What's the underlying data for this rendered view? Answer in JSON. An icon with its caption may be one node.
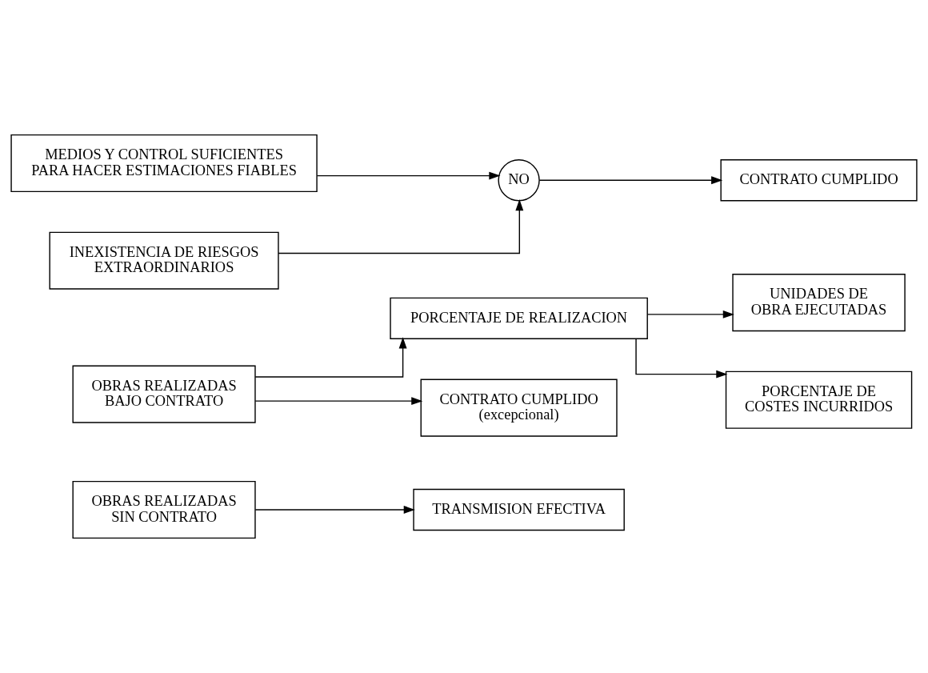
{
  "diagram": {
    "nodes": [
      {
        "text": [
          "OBRAS REALIZADAS SIN CONTRATO"
        ]
      },
      {
        "text": [
          "TRANSMISION EFECTIVA"
        ]
      },
      {
        "text": [
          "UNIDADES DE OBRA EJECUTADAS"
        ]
      },
      {
        "text": [
          "PORCENTAJE DE REALIZACION"
        ]
      },
      {
        "text": [
          "OBRAS REALIZADAS BAJO CONTRATO"
        ]
      },
      {
        "text": [
          "PORCENTAJE DE COSTES INCURRIDOS"
        ]
      },
      {
        "text": [
          "CONTRATO CUMPLIDO",
          "(excepcional)"
        ]
      },
      {
        "text": [
          "MEDIOS Y CONTROL SUFICIENTES PARA HACER ESTIMACIONES FIABLES"
        ]
      },
      {
        "text": [
          "NO"
        ]
      },
      {
        "text": [
          "CONTRATO CUMPLIDO"
        ]
      },
      {
        "text": [
          "INEXISTENCIA DE RIESGOS EXTRAORDINARIOS"
        ]
      }
    ],
    "edges": [
      {
        "from": 0,
        "to": 1,
        "arrow": "to"
      },
      {
        "from": 4,
        "to": 3,
        "arrow": "to"
      },
      {
        "from": 4,
        "to": 6,
        "arrow": "to"
      },
      {
        "from": 3,
        "to": 2,
        "arrow": "to"
      },
      {
        "from": 3,
        "to": 5,
        "arrow": "to"
      },
      {
        "from": 7,
        "to": 8,
        "arrow": "to"
      },
      {
        "from": 10,
        "to": 8,
        "arrow": "to"
      },
      {
        "from": 8,
        "to": 9,
        "arrow": "to"
      }
    ]
  }
}
